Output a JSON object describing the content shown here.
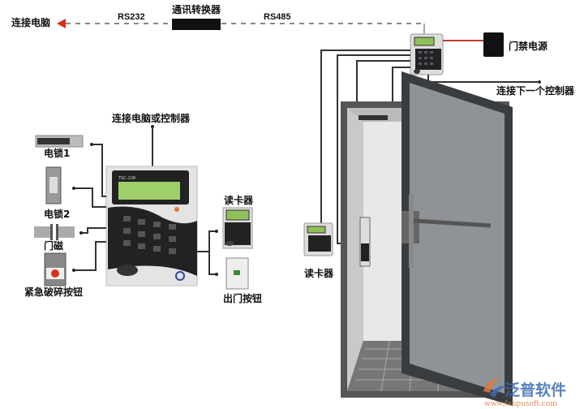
{
  "top": {
    "computer_label": "连接电脑",
    "rs232_label": "RS232",
    "converter_label": "通讯转换器",
    "rs485_label": "RS485",
    "power_label": "门禁电源",
    "next_controller_label": "连接下一个控制器"
  },
  "left": {
    "connect_label": "连接电脑或控制器",
    "lock1_label": "电锁1",
    "lock2_label": "电锁2",
    "magnet_label": "门磁",
    "emergency_label": "紧急破碎按钮",
    "reader_label": "读卡器",
    "exit_button_label": "出门按钮",
    "lcd_model": "TSC-108"
  },
  "door": {
    "reader_label": "读卡器"
  },
  "watermark": {
    "brand": "泛普软件",
    "url": "www.fanpusoft.com"
  },
  "colors": {
    "arrow": "#d9301e",
    "power_wire": "#c0392b",
    "lcd": "#9fcf6a",
    "brand_blue": "#3b6db3",
    "brand_orange": "#e07a3a"
  }
}
